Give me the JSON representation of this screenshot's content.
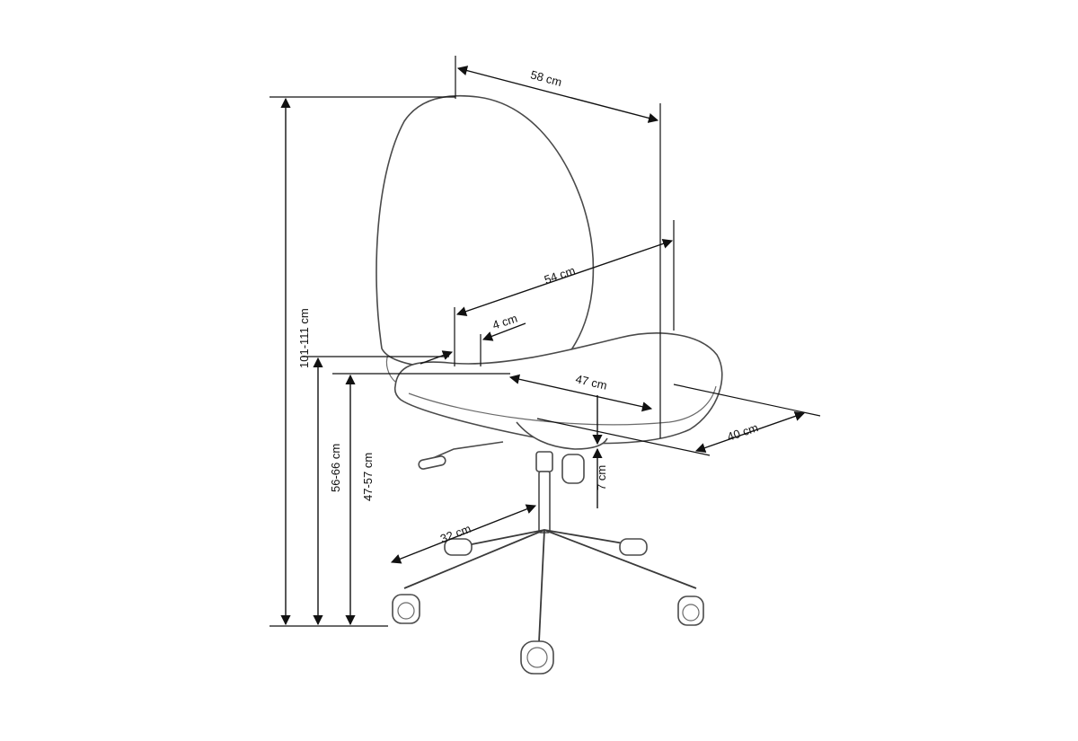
{
  "dimensions": {
    "backrest_width": "58 cm",
    "seat_width": "54 cm",
    "backrest_thickness": "4 cm",
    "seat_depth": "47 cm",
    "seat_depth_total": "40 cm",
    "height_adjust": "7 cm",
    "base_radius": "32 cm",
    "total_height": "101-111 cm",
    "armrest_height": "56-66 cm",
    "seat_height": "47-57 cm"
  },
  "colors": {
    "line": "#111111",
    "outline": "#4a4a4a",
    "background": "#ffffff"
  }
}
